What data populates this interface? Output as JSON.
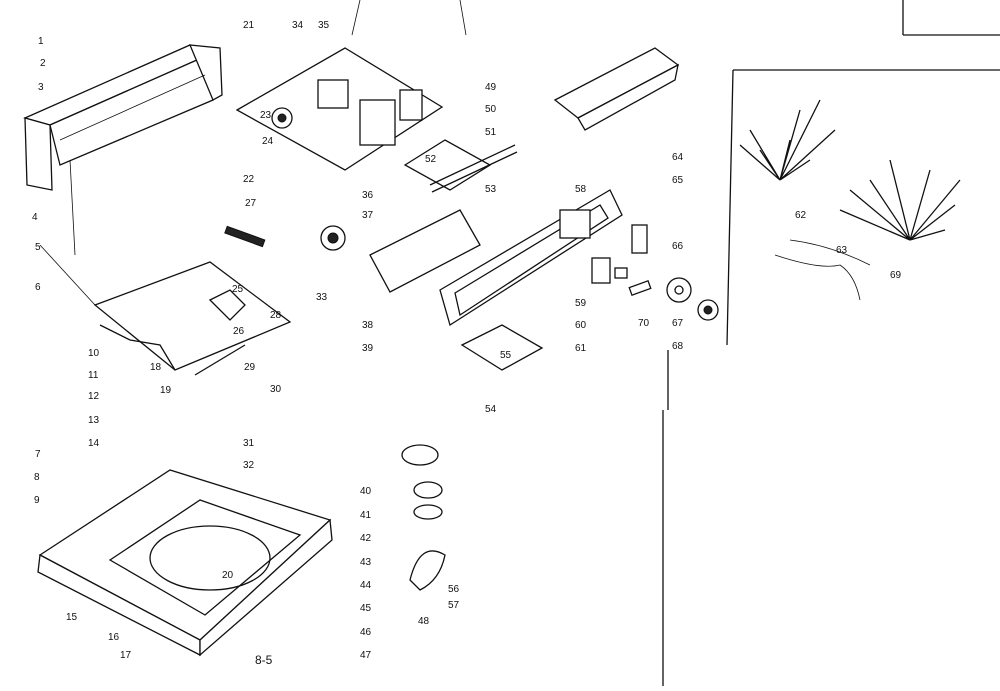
{
  "diagram": {
    "caption": "8-5",
    "callouts": [
      "1",
      "2",
      "3",
      "4",
      "5",
      "6",
      "7",
      "8",
      "9",
      "10",
      "11",
      "12",
      "13",
      "14",
      "15",
      "16",
      "17",
      "18",
      "19",
      "20",
      "21",
      "22",
      "23",
      "24",
      "25",
      "26",
      "27",
      "28",
      "29",
      "30",
      "31",
      "32",
      "33",
      "34",
      "35",
      "36",
      "37",
      "38",
      "39",
      "40",
      "41",
      "42",
      "43",
      "44",
      "45",
      "46",
      "47",
      "48",
      "49",
      "50",
      "51",
      "52",
      "53",
      "54",
      "55",
      "56",
      "57",
      "58",
      "59",
      "60",
      "61",
      "62",
      "63",
      "64",
      "65",
      "66",
      "67",
      "68",
      "69",
      "70"
    ]
  }
}
